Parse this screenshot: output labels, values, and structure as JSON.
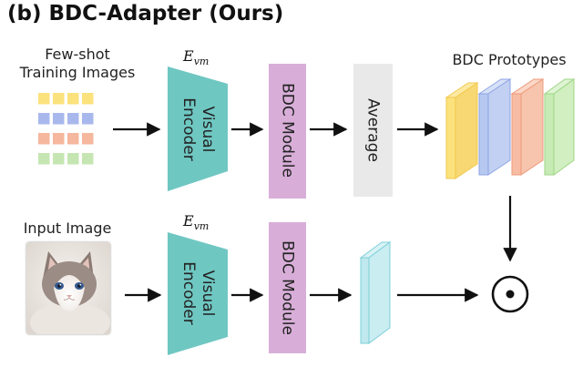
{
  "title": "(b) BDC-Adapter (Ours)",
  "top_row": {
    "input_label_line1": "Few-shot",
    "input_label_line2": "Training Images",
    "encoder_symbol": "E",
    "encoder_subscript": "vm",
    "encoder_label_line1": "Visual",
    "encoder_label_line2": "Encoder",
    "module_label": "BDC Module",
    "average_label": "Average",
    "prototypes_label": "BDC Prototypes"
  },
  "bottom_row": {
    "input_label": "Input Image",
    "encoder_symbol": "E",
    "encoder_subscript": "vm",
    "encoder_label_line1": "Visual",
    "encoder_label_line2": "Encoder",
    "module_label": "BDC Module"
  },
  "colors": {
    "encoder": "#6fc7c2",
    "module": "#d8aed8",
    "average": "#e9e9e9",
    "prototype_yellow": "#fbe27c",
    "prototype_blue": "#b6c8f0",
    "prototype_orange": "#f7bca3",
    "prototype_green": "#c7ebb4",
    "feature_cyan": "#bfe9ee",
    "sample_rows": [
      "#fbe27c",
      "#a9b8ec",
      "#f5b79d",
      "#c5e6b2"
    ]
  }
}
